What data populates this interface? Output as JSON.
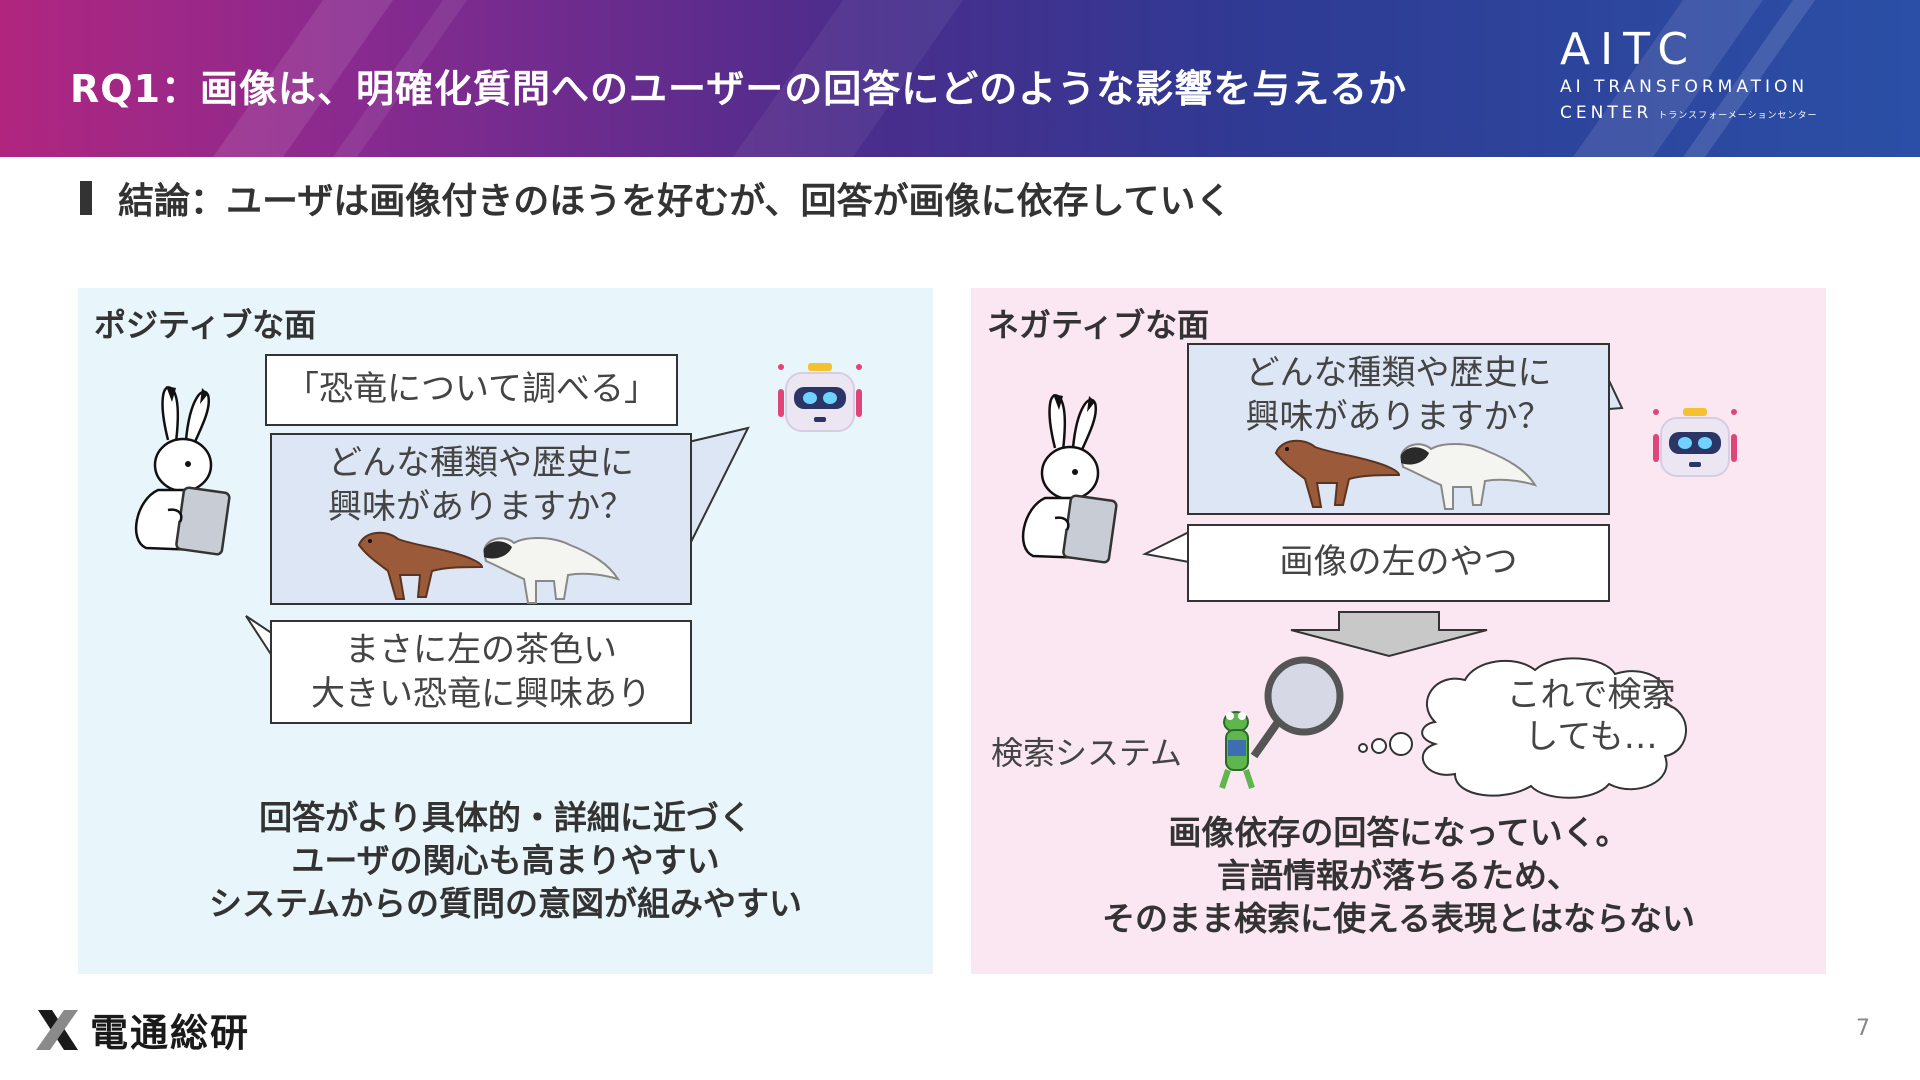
{
  "header": {
    "title": "RQ1：画像は、明確化質問へのユーザーの回答にどのような影響を与えるか",
    "logo_main": "AITC",
    "logo_line1": "AI TRANSFORMATION",
    "logo_line2": "CENTER",
    "logo_small": "トランスフォーメーションセンター"
  },
  "conclusion": "結論：ユーザは画像付きのほうを好むが、回答が画像に依存していく",
  "positive": {
    "title": "ポジティブな面",
    "query": "「恐竜について調べる」",
    "question_lines": [
      "どんな種類や歴史に",
      "興味がありますか？"
    ],
    "answer_lines": [
      "まさに左の茶色い",
      "大きい恐竜に興味あり"
    ],
    "summary_lines": [
      "回答がより具体的・詳細に近づく",
      "ユーザの関心も高まりやすい",
      "システムからの質問の意図が組みやすい"
    ]
  },
  "negative": {
    "title": "ネガティブな面",
    "question_lines": [
      "どんな種類や歴史に",
      "興味がありますか？"
    ],
    "answer": "画像の左のやつ",
    "search_label": "検索システム",
    "thought_lines": [
      "これで検索",
      "しても…"
    ],
    "summary_lines": [
      "画像依存の回答になっていく。",
      "言語情報が落ちるため、",
      "そのまま検索に使える表現とはならない"
    ]
  },
  "footer": {
    "company": "電通総研",
    "page_number": "7"
  },
  "colors": {
    "positive_bg": "#e8f5fa",
    "negative_bg": "#fbe7f1",
    "question_box": "#dde6f5"
  }
}
